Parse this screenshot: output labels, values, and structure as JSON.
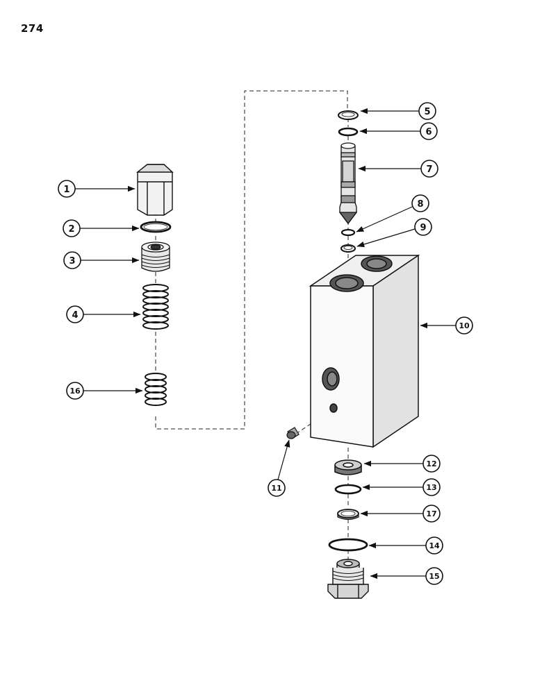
{
  "page": {
    "number": "274"
  },
  "callouts": [
    {
      "id": "1",
      "target": "hex-cap"
    },
    {
      "id": "2",
      "target": "o-ring-small"
    },
    {
      "id": "3",
      "target": "threaded-plug"
    },
    {
      "id": "4",
      "target": "spring-large"
    },
    {
      "id": "5",
      "target": "backup-ring-top"
    },
    {
      "id": "6",
      "target": "o-ring-top"
    },
    {
      "id": "7",
      "target": "poppet-spool"
    },
    {
      "id": "8",
      "target": "o-ring-mid"
    },
    {
      "id": "9",
      "target": "backup-ring-mid"
    },
    {
      "id": "10",
      "target": "valve-body"
    },
    {
      "id": "11",
      "target": "set-screw"
    },
    {
      "id": "12",
      "target": "seat-washer"
    },
    {
      "id": "13",
      "target": "o-ring-lower"
    },
    {
      "id": "14",
      "target": "o-ring-large"
    },
    {
      "id": "15",
      "target": "hex-plug-bottom"
    },
    {
      "id": "16",
      "target": "spring-small"
    },
    {
      "id": "17",
      "target": "backup-ring-lower"
    }
  ],
  "style": {
    "ink": "#111111",
    "paper": "#ffffff"
  }
}
